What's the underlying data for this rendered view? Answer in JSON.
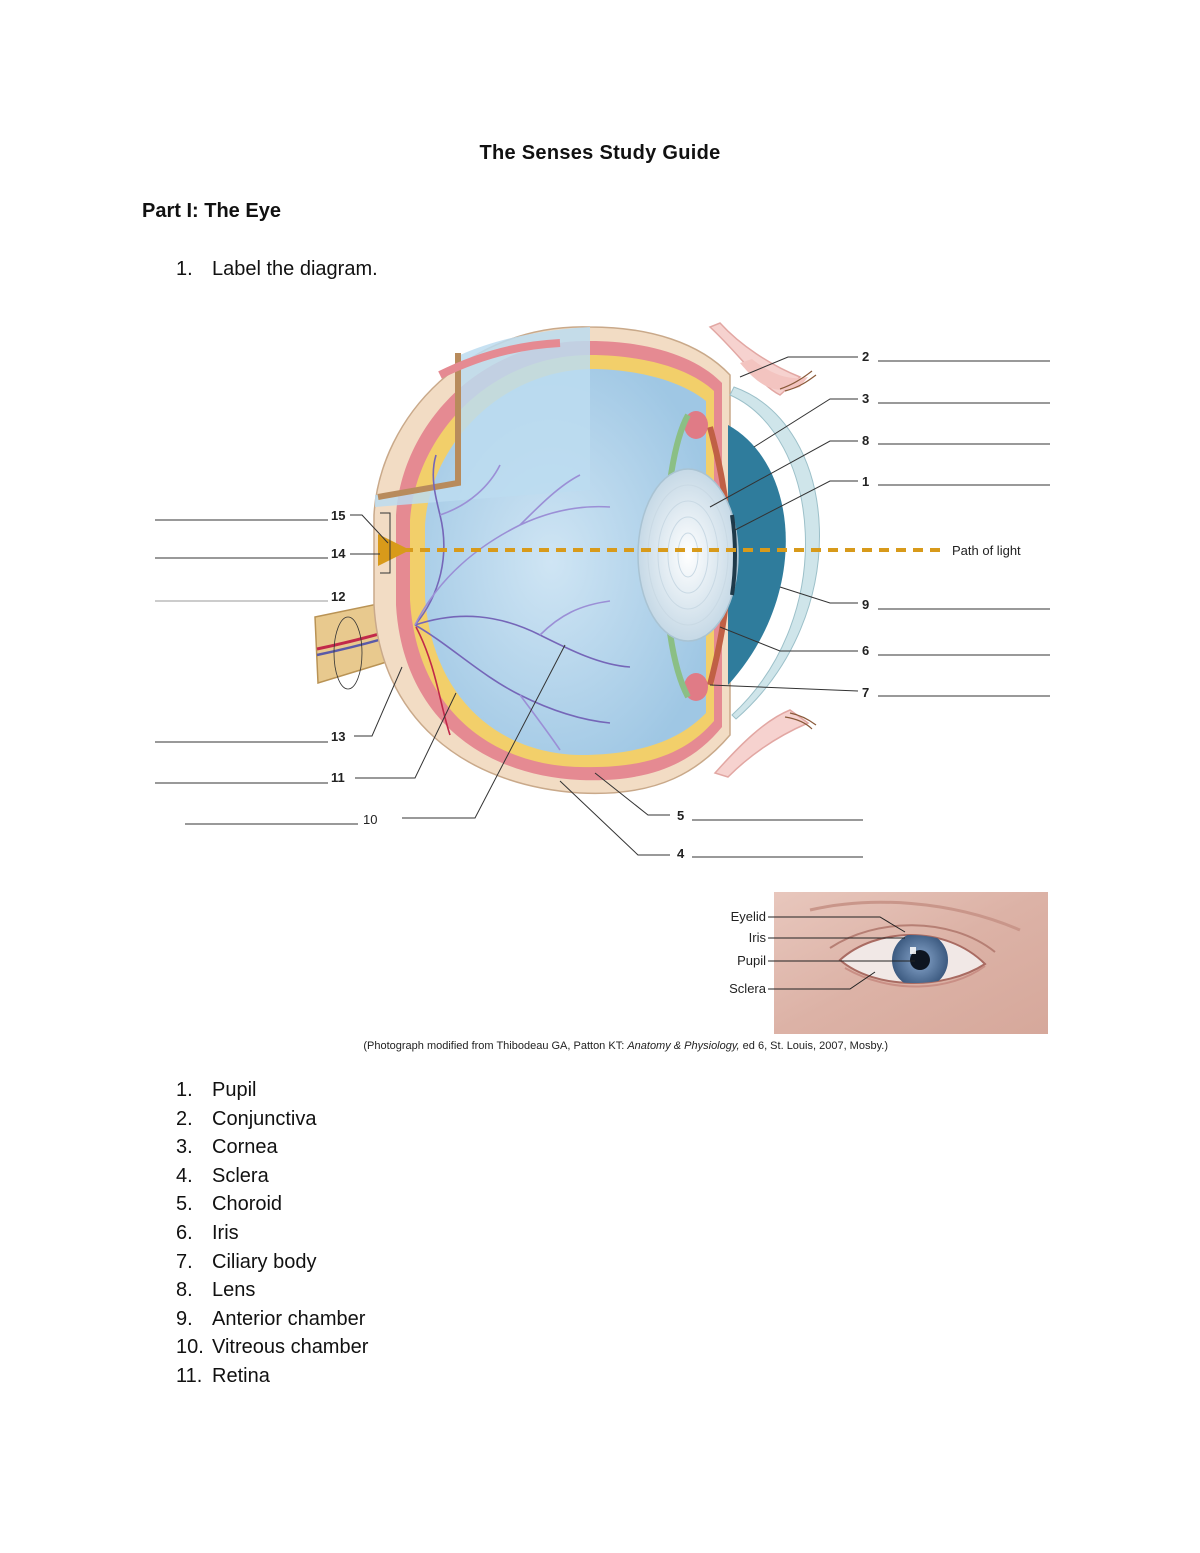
{
  "document": {
    "title": "The Senses Study Guide",
    "section_heading": "Part I: The Eye",
    "instruction": {
      "number": "1.",
      "text": "Label the diagram."
    }
  },
  "diagram": {
    "numbers": {
      "n1": "1",
      "n2": "2",
      "n3": "3",
      "n4": "4",
      "n5": "5",
      "n6": "6",
      "n7": "7",
      "n8": "8",
      "n9": "9",
      "n10": "10",
      "n11": "11",
      "n12": "12",
      "n13": "13",
      "n14": "14",
      "n15": "15"
    },
    "path_of_light_label": "Path of light",
    "colors": {
      "vitreous": "#b9d9ef",
      "sclera": "#f2dcc4",
      "choroid": "#e58a92",
      "retina": "#f2cf6a",
      "iris": "#2f7c9c",
      "cornea": "#dbeef2",
      "lens": "#e7f1f7",
      "light_path": "#d89a1a",
      "leader": "#333333"
    }
  },
  "photo": {
    "labels": [
      "Eyelid",
      "Iris",
      "Pupil",
      "Sclera"
    ],
    "caption": {
      "prefix": "(Photograph modified from Thibodeau GA, Patton KT: ",
      "italic": "Anatomy & Physiology,",
      "suffix": " ed 6, St. Louis, 2007, Mosby.)"
    }
  },
  "answers": [
    {
      "number": "1.",
      "text": "Pupil"
    },
    {
      "number": "2.",
      "text": "Conjunctiva"
    },
    {
      "number": "3.",
      "text": "Cornea"
    },
    {
      "number": "4.",
      "text": "Sclera"
    },
    {
      "number": "5.",
      "text": "Choroid"
    },
    {
      "number": "6.",
      "text": "Iris"
    },
    {
      "number": "7.",
      "text": "Ciliary body"
    },
    {
      "number": "8.",
      "text": "Lens"
    },
    {
      "number": "9.",
      "text": "Anterior chamber"
    },
    {
      "number": "10.",
      "text": "Vitreous chamber"
    },
    {
      "number": "11.",
      "text": "Retina"
    }
  ]
}
